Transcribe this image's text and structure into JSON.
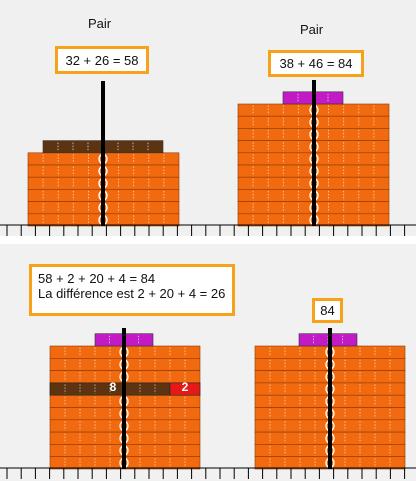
{
  "top": {
    "left_title": "Pair",
    "right_title": "Pair",
    "left_equation": "32 + 26 = 58",
    "right_equation": "38 + 46 = 84"
  },
  "bottom": {
    "explanation_line1": "58 + 2 + 20 + 4 = 84",
    "explanation_line2": "La différence est 2 + 20 + 4 = 26",
    "result_value": "84",
    "bar_label_left": "8",
    "bar_label_right": "2"
  },
  "colors": {
    "orange": "#f26a10",
    "brown": "#5c3412",
    "magenta": "#c21ac4",
    "red": "#e61919",
    "frame": "#f7a21b",
    "post": "#000000"
  }
}
